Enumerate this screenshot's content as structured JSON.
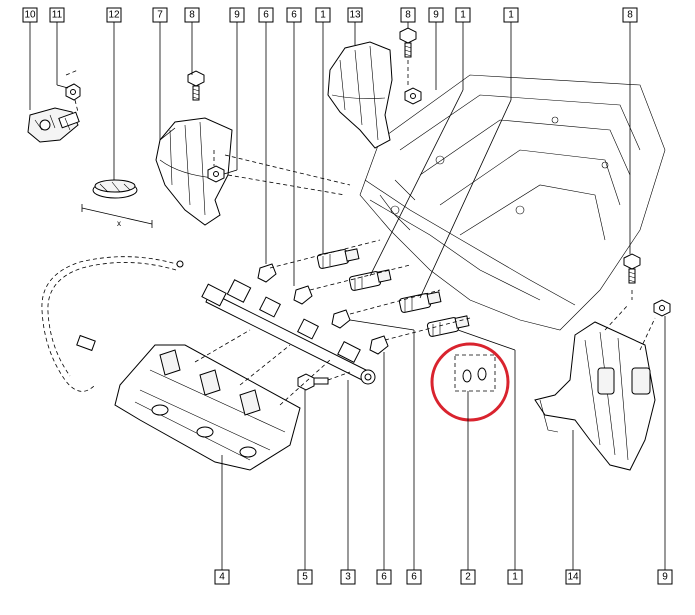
{
  "diagram": {
    "callouts_top": [
      "10",
      "11",
      "12",
      "7",
      "8",
      "9",
      "6",
      "6",
      "1",
      "13",
      "8",
      "9",
      "1",
      "1",
      "8"
    ],
    "callouts_bottom": [
      "4",
      "5",
      "3",
      "6",
      "6",
      "2",
      "1",
      "14",
      "9"
    ],
    "dimension_mark": "x",
    "highlight_color": "#d9232e"
  }
}
